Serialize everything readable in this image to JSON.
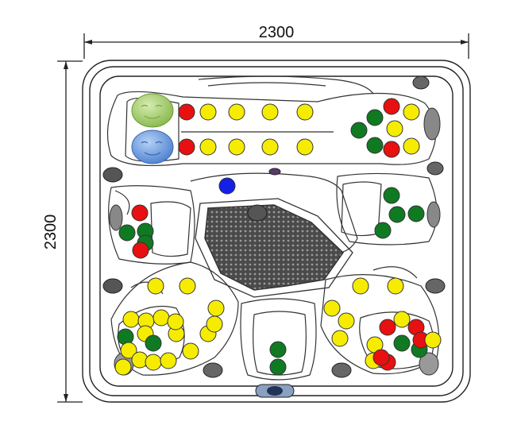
{
  "dimensions": {
    "width_label": "2300",
    "height_label": "2300"
  },
  "pillows": [
    {
      "name": "pillow-green",
      "color": "#a6d16a"
    },
    {
      "name": "pillow-blue",
      "color": "#6f9fe0"
    }
  ],
  "jet_colors": {
    "red": "#e81010",
    "yellow": "#f6ec00",
    "green": "#0f7a22",
    "blue": "#1420e6"
  },
  "legend_note": "",
  "jet_groups": {
    "lounger_top_row": [
      "red",
      "yellow",
      "yellow",
      "yellow",
      "yellow"
    ],
    "lounger_bottom_row": [
      "red",
      "yellow",
      "yellow",
      "yellow",
      "yellow"
    ],
    "top_right_seat": [
      "red",
      "yellow",
      "green",
      "green",
      "yellow",
      "green",
      "green",
      "red",
      "yellow"
    ],
    "left_seat": [
      "red",
      "green",
      "green",
      "green",
      "red"
    ],
    "right_seat": [
      "green",
      "green",
      "green",
      "green"
    ],
    "bottom_left_seat": [
      "yellow",
      "yellow",
      "yellow",
      "yellow",
      "yellow",
      "yellow",
      "yellow",
      "yellow",
      "yellow",
      "green",
      "green",
      "yellow",
      "yellow",
      "yellow",
      "yellow",
      "yellow",
      "yellow",
      "yellow",
      "yellow"
    ],
    "bottom_right_seat": [
      "yellow",
      "yellow",
      "yellow",
      "yellow",
      "yellow",
      "yellow",
      "red",
      "red",
      "yellow",
      "green",
      "green",
      "red",
      "yellow",
      "red",
      "red",
      "yellow"
    ],
    "footwell": [
      "green",
      "green"
    ],
    "single_blue": [
      "blue"
    ]
  }
}
